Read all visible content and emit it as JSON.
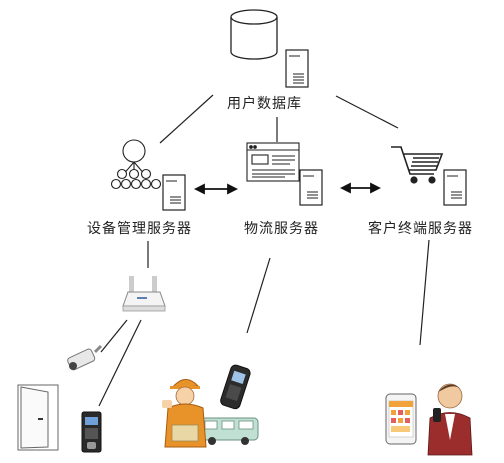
{
  "nodes": {
    "user_db": {
      "label": "用户数据库"
    },
    "device_server": {
      "label": "设备管理服务器"
    },
    "logistics_server": {
      "label": "物流服务器"
    },
    "client_server": {
      "label": "客户终端服务器"
    }
  },
  "edges": [
    {
      "from": "user_db",
      "to": "device_server",
      "arrow": "none"
    },
    {
      "from": "user_db",
      "to": "logistics_server",
      "arrow": "none"
    },
    {
      "from": "user_db",
      "to": "client_server",
      "arrow": "none"
    },
    {
      "from": "device_server",
      "to": "logistics_server",
      "arrow": "both"
    },
    {
      "from": "logistics_server",
      "to": "client_server",
      "arrow": "both"
    },
    {
      "from": "device_server",
      "to": "router",
      "arrow": "none"
    },
    {
      "from": "router",
      "to": "camera",
      "arrow": "none"
    },
    {
      "from": "router",
      "to": "access_terminal",
      "arrow": "none"
    },
    {
      "from": "logistics_server",
      "to": "courier",
      "arrow": "none"
    },
    {
      "from": "client_server",
      "to": "customer",
      "arrow": "none"
    }
  ],
  "icons": {
    "database": "database-cylinder-icon",
    "server_tower": "server-tower-icon",
    "hierarchy": "org-tree-icon",
    "web_page": "web-page-icon",
    "shopping_cart": "shopping-cart-icon",
    "router": "wifi-router-icon",
    "camera": "security-camera-icon",
    "door": "door-icon",
    "access_terminal": "access-control-terminal-icon",
    "courier": "courier-worker-icon",
    "scanner": "handheld-scanner-icon",
    "trucks": "delivery-trucks-icon",
    "customer": "customer-with-phone-icon",
    "phone": "smartphone-icon"
  },
  "colors": {
    "line": "#222222",
    "worker_orange": "#e8922a",
    "truck_green": "#bfe0d2",
    "phone_orange": "#f2a23a"
  }
}
